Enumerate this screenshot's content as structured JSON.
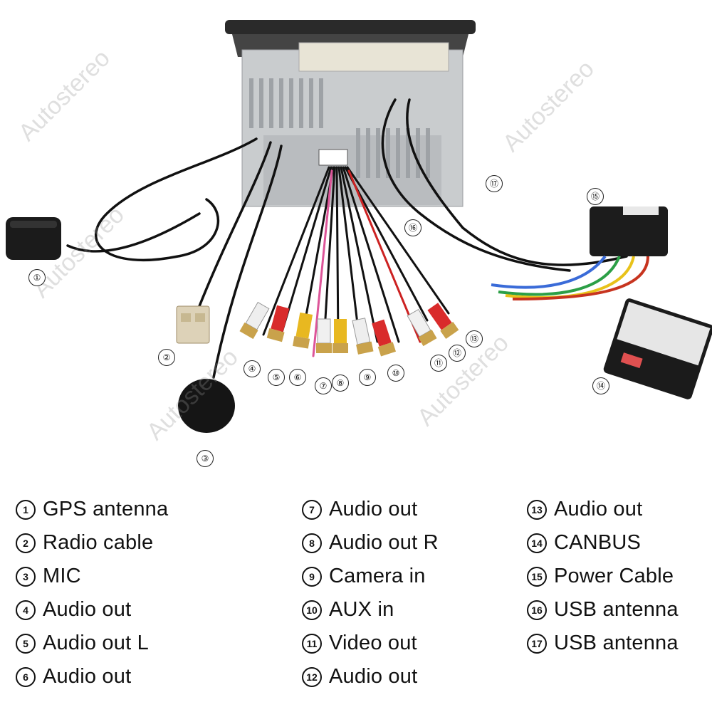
{
  "watermark": "Autostereo",
  "callouts": [
    "①",
    "②",
    "③",
    "④",
    "⑤",
    "⑥",
    "⑦",
    "⑧",
    "⑨",
    "⑩",
    "⑪",
    "⑫",
    "⑬",
    "⑭",
    "⑮",
    "⑯",
    "⑰"
  ],
  "legend": [
    {
      "num": "1",
      "label": "GPS antenna"
    },
    {
      "num": "2",
      "label": "Radio cable"
    },
    {
      "num": "3",
      "label": "MIC"
    },
    {
      "num": "4",
      "label": "Audio out"
    },
    {
      "num": "5",
      "label": "Audio out L"
    },
    {
      "num": "6",
      "label": "Audio out"
    },
    {
      "num": "7",
      "label": "Audio out"
    },
    {
      "num": "8",
      "label": "Audio out R"
    },
    {
      "num": "9",
      "label": "Camera in"
    },
    {
      "num": "10",
      "label": "AUX in"
    },
    {
      "num": "11",
      "label": "Video out"
    },
    {
      "num": "12",
      "label": "Audio out"
    },
    {
      "num": "13",
      "label": "Audio out"
    },
    {
      "num": "14",
      "label": "CANBUS"
    },
    {
      "num": "15",
      "label": "Power Cable"
    },
    {
      "num": "16",
      "label": "USB antenna"
    },
    {
      "num": "17",
      "label": "USB antenna"
    }
  ]
}
